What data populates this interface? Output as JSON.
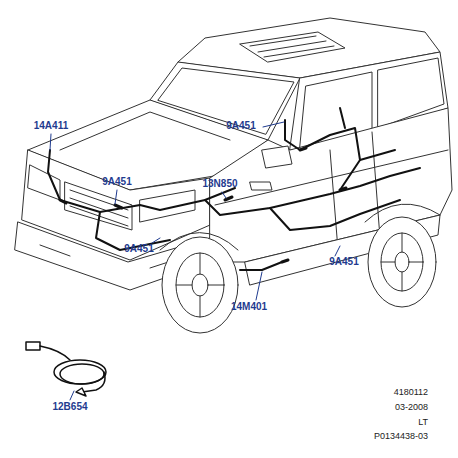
{
  "diagram": {
    "labels": [
      "14A411",
      "9A451",
      "9A451",
      "13N850",
      "9A451",
      "9A451",
      "14M401",
      "12B654",
      "4180112",
      "03-2008",
      "LT",
      "P0134438-03"
    ]
  }
}
